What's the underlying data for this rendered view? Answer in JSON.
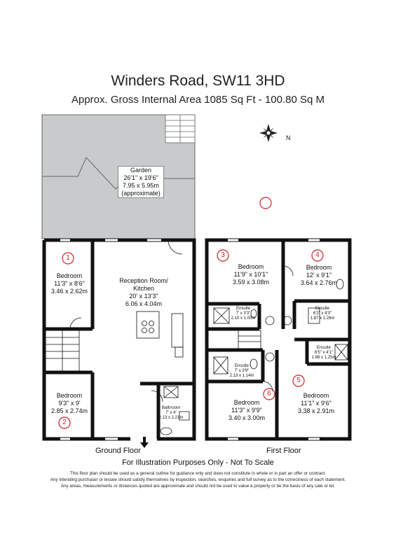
{
  "header": {
    "title": "Winders Road, SW11 3HD",
    "subtitle": "Approx. Gross Internal Area   1085 Sq Ft  -  100.80 Sq M"
  },
  "compass": {
    "north_label": "N"
  },
  "garden": {
    "name": "Garden",
    "dim_imperial": "26'1\" x 19'6\"",
    "dim_metric": "7.95 x 5.95m",
    "note": "(approximate)"
  },
  "ground_floor": {
    "label": "Ground Floor",
    "rooms": [
      {
        "number": "1",
        "name": "Bedroom",
        "dim_imperial": "11'3\" x 8'6\"",
        "dim_metric": "3.46 x 2.62m"
      },
      {
        "name": "Reception Room/",
        "name2": "Kitchen",
        "dim_imperial": "20' x 13'3\"",
        "dim_metric": "6.06 x 4.04m"
      },
      {
        "number": "2",
        "name": "Bedroom",
        "dim_imperial": "9'3\" x 9'",
        "dim_metric": "2.85 x 2.74m"
      },
      {
        "name": "Bathroom",
        "dim_imperial": "7' x 4'",
        "dim_metric": "2.13 x 1.21m"
      }
    ]
  },
  "first_floor": {
    "label": "First Floor",
    "rooms": [
      {
        "number": "3",
        "name": "Bedroom",
        "dim_imperial": "11'9\" x 10'1\"",
        "dim_metric": "3.59 x 3.08m"
      },
      {
        "number": "4",
        "name": "Bedroom",
        "dim_imperial": "12' x 9'1\"",
        "dim_metric": "3.64 x 2.76m"
      },
      {
        "name": "Ensuite",
        "dim_imperial": "7' x 3'3\"",
        "dim_metric": "2.10 x 1.00m"
      },
      {
        "name": "Ensuite",
        "dim_imperial": "6'2\" x 4'3\"",
        "dim_metric": "1.87 x 1.28m"
      },
      {
        "name": "Ensuite",
        "dim_imperial": "6'5\" x 4'1\"",
        "dim_metric": "1.88 x 1.25m"
      },
      {
        "name": "Ensuite",
        "dim_imperial": "7' x 3'9\"",
        "dim_metric": "2.13 x 1.14m"
      },
      {
        "number": "6",
        "name": "Bedroom",
        "dim_imperial": "11'3\" x 9'9\"",
        "dim_metric": "3.40 x 3.00m"
      },
      {
        "number": "5",
        "name": "Bedroom",
        "dim_imperial": "11'1\" x 9'6\"",
        "dim_metric": "3.38 x 2.91m"
      }
    ]
  },
  "footer": {
    "illustration_note": "For Illustration Purposes Only - Not To Scale",
    "disclaimer_1": "This floor plan should be used as a general outline for guidance only and does not constitute in whole or in part an offer or contract.",
    "disclaimer_2": "Any intending purchaser or lessee should satisfy themselves by inspection, searches, enquiries and full survey as to the correctness of each statement.",
    "disclaimer_3": "Any areas, measurements or distances quoted are approximate and should not be used to value a property or be the basis of any sale or let."
  },
  "colors": {
    "wall": "#111111",
    "garden_fill": "#c8cacb",
    "marker": "#d21f2a"
  }
}
